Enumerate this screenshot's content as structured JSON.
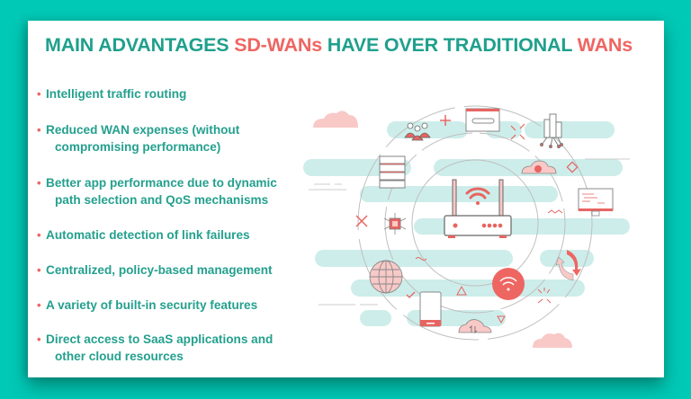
{
  "title": {
    "part1": "MAIN ADVANTAGES ",
    "accent1": "SD-WANs",
    "part2": " HAVE OVER TRADITIONAL ",
    "accent2": "WANs"
  },
  "advantages": [
    {
      "line1": "Intelligent traffic routing",
      "line2": ""
    },
    {
      "line1": "Reduced WAN expenses (without",
      "line2": "compromising performance)"
    },
    {
      "line1": "Better app performance due to dynamic",
      "line2": "path selection and QoS mechanisms"
    },
    {
      "line1": "Automatic detection of link failures",
      "line2": ""
    },
    {
      "line1": "Centralized, policy-based management",
      "line2": ""
    },
    {
      "line1": "A variety of built-in security features",
      "line2": ""
    },
    {
      "line1": "Direct access to SaaS applications and",
      "line2": "other cloud resources"
    }
  ],
  "bullet": "•",
  "colors": {
    "background": "#00C9B6",
    "title_teal": "#1FA08D",
    "accent_red": "#EE6662",
    "cloud_band": "#CDEDEA",
    "cloud_pink": "#F8C9C7"
  },
  "illustration": {
    "icons": [
      "router-icon",
      "wifi-icon",
      "cloud-icon",
      "people-icon",
      "browser-window-icon",
      "server-rack-icon",
      "datacenter-network-icon",
      "cloud-gear-icon",
      "monitor-code-icon",
      "chip-icon",
      "globe-icon",
      "smartphone-icon",
      "cloud-sync-icon",
      "wifi-badge-icon",
      "refresh-arrows-icon"
    ]
  }
}
